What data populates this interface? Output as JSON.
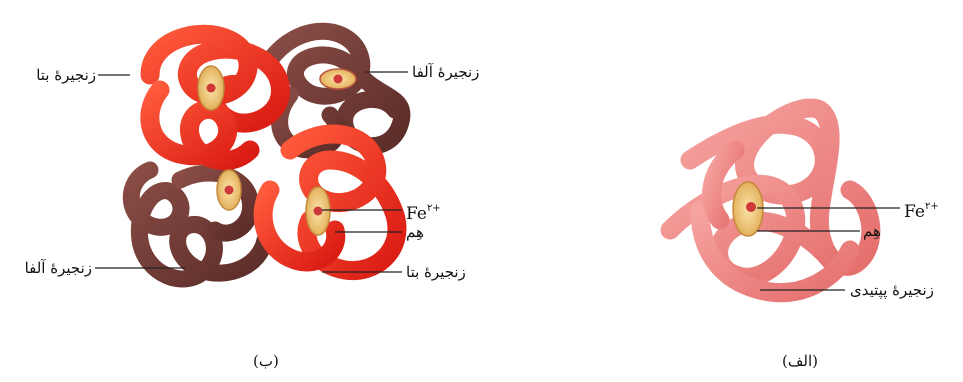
{
  "panel_b": {
    "labels": {
      "beta_chain_top": "زنجیرهٔ بتا",
      "alpha_chain_top": "زنجیرهٔ آلفا",
      "fe": "Fe",
      "fe_charge": "۲+",
      "heme": "هِم",
      "alpha_chain_bottom": "زنجیرهٔ آلفا",
      "beta_chain_bottom": "زنجیرهٔ بتا"
    },
    "caption": "(ب)"
  },
  "panel_a": {
    "labels": {
      "fe": "Fe",
      "fe_charge": "۲+",
      "heme": "هِم",
      "peptide_chain": "زنجیرهٔ پپتیدی"
    },
    "caption": "(الف)"
  },
  "colors": {
    "beta_chain": "#e8281c",
    "alpha_chain": "#6e3a34",
    "peptide_chain": "#ee8a88",
    "heme_disk": "#f3d08a",
    "iron": "#d0393a"
  }
}
